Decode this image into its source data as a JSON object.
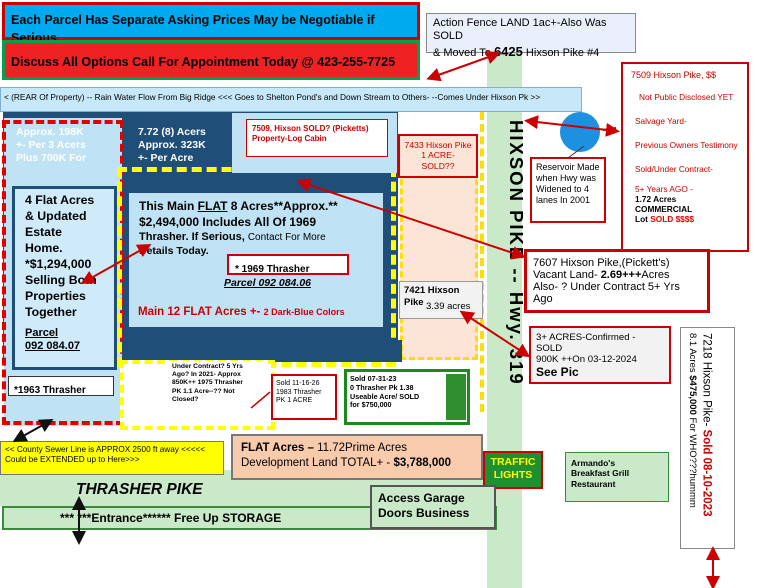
{
  "banners": {
    "parcel_prices": "Each Parcel Has Separate Asking Prices May be Negotiable if Serious",
    "discuss_options": "Discuss All Options Call For Appointment Today @ 423-255-7725",
    "rear_property": "< (REAR Of Property) -- Rain Water Flow From Big Ridge <<< Goes to Shelton Pond's and Down Stream to Others- --Comes  Under Hixson  Pk >>"
  },
  "action_fence": {
    "line1": "Action Fence LAND 1ac+-Also Was SOLD",
    "line2_prefix": "& Moved To ",
    "line2_number": "6425",
    "line2_suffix": " Hixson Pike #4"
  },
  "highway": {
    "name": "HIXSON  PIKE  -- Hwy. 319"
  },
  "parcel_198k": {
    "text": "Approx.  198K\n+- Per 3 Acers\nPlus 700K For"
  },
  "parcel_323k": {
    "text": "7.72 (8) Acers\nApprox.  323K\n+- Per Acre"
  },
  "pickett_log_cabin": {
    "text": "7509, Hixson SOLD? (Picketts)\nProperty-Log Cabin"
  },
  "hixson_7433": {
    "text": "7433 Hixson Pike\n1 ACRE- SOLD??"
  },
  "reservoir": {
    "text": "Reservoir Made\nwhen Hwy was\nWidened to 4\nlanes In 2001"
  },
  "hixson_7509": {
    "title": "7509 Hixson Pike, $$",
    "not_disclosed": "Not Public Disclosed YET",
    "salvage": "Salvage Yard-",
    "testimony": "Previous Owners Testimony",
    "sold_contract": "Sold/Under Contract-",
    "years_ago": "5+ Years AGO -",
    "acres": "1.72 Acres",
    "commercial": "COMMERCIAL",
    "lot": "Lot ",
    "lot_sold": "SOLD $$$$"
  },
  "estate_home": {
    "text": "4 Flat Acres\n& Updated\nEstate\nHome.\n*$1,294,000\nSelling Both\nProperties\nTogether",
    "parcel_label": "Parcel\n092 084.07"
  },
  "main_flat": {
    "line1_a": "This Main ",
    "line1_flat": "FLAT",
    "line1_b": "  8 Acres**Approx.**",
    "line2": "$2,494,000  Includes All  Of 1969",
    "line3_a": "Thrasher. If Serious, ",
    "line3_b": "Contact For More",
    "line4": "Details Today.",
    "thrasher_1969": "* 1969 Thrasher",
    "parcel": "Parcel   092 084.06",
    "main_12_a": "Main 12 FLAT Acres +- ",
    "main_12_b": "2 Dark-Blue Colors"
  },
  "hixson_7421": {
    "text": "7421 Hixson\nPike",
    "acres": "3.39 acres"
  },
  "hixson_7607": {
    "line1": "7607 Hixson Pike,(Pickett's)",
    "line2_a": "Vacant Land- ",
    "line2_b": "2.69+++",
    "line2_c": "Acres",
    "line3": "Also- ? Under Contract 5+ Yrs Ago"
  },
  "hixson_7218": {
    "line1_a": "7218 Hixson Pike- ",
    "line1_b": "Sold  08-10-2023",
    "line2_a": "8.1 Acres ",
    "line2_b": "$475,000",
    "line2_c": " For WHO???hummm"
  },
  "confirmed_sold": {
    "line1": "3+ ACRES-Confirmed - SOLD",
    "line2": "900K ++On 03-12-2024",
    "line3": "See Pic"
  },
  "thrasher_1963": {
    "text": "*1963 Thrasher"
  },
  "under_contract": {
    "text": "Under Contract? 5 Yrs\nAgo? In 2021- Approx\n850K++ 1975 Thrasher\nPK  1.1 Acre--?? Not\nClosed?"
  },
  "sold_1983": {
    "text": "Sold 11-16-26\n1983 Thrasher\nPK   1 ACRE"
  },
  "sold_0_thrasher": {
    "text": "Sold 07-31-23\n0 Thrasher Pk 1.38\nUseable Acre/ SOLD\nfor $750,000"
  },
  "sewer": {
    "text": "<< County Sewer Line is APPROX  2500 ft away <<<<<\nCould be EXTENDED up to Here>>>"
  },
  "flat_total": {
    "line1_a": "FLAT Acres – ",
    "line1_b": "11.72Prime Acres",
    "line2_a": "Development Land TOTAL+ - ",
    "line2_b": "$3,788,000"
  },
  "traffic_lights": {
    "text": "TRAFFIC\nLIGHTS"
  },
  "armandos": {
    "text": "Armando's\nBreakfast Grill\nRestaurant"
  },
  "thrasher_pike": {
    "text": "THRASHER PIKE"
  },
  "access_garage": {
    "text": "Access Garage\nDoors Business"
  },
  "entrance": {
    "text": "*** ***Entrance****** Free Up   STORAGE"
  },
  "colors": {
    "dark_blue": "#1f4e79",
    "light_blue": "#bfe3f5",
    "yellow": "#ffff00",
    "red": "#cc0000",
    "green_road": "#c9e9c9",
    "peach": "#f8cbad"
  }
}
